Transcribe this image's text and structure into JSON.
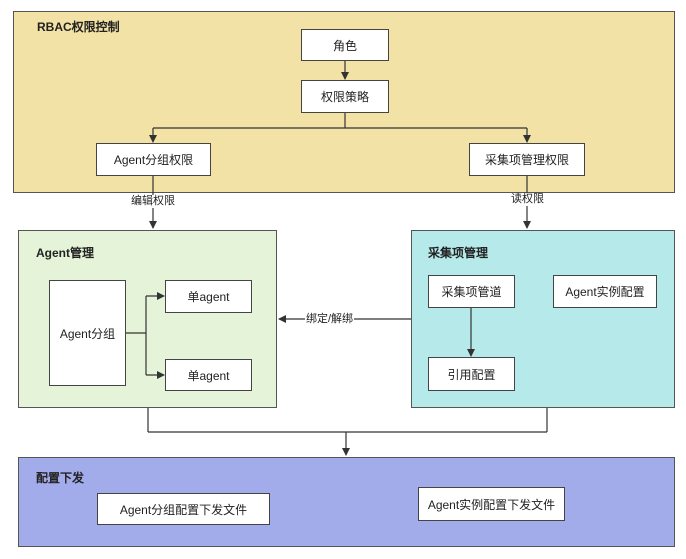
{
  "rbac": {
    "title": "RBAC权限控制",
    "role": "角色",
    "policy": "权限策略",
    "agent_group_permission": "Agent分组权限",
    "collector_permission": "采集项管理权限"
  },
  "edge_labels": {
    "edit_permission": "编辑权限",
    "read_permission": "读权限",
    "bind_unbind": "绑定/解绑"
  },
  "agent_mgmt": {
    "title": "Agent管理",
    "agent_group": "Agent分组",
    "single_agent_1": "单agent",
    "single_agent_2": "单agent"
  },
  "collector_mgmt": {
    "title": "采集项管理",
    "collector_pipeline": "采集项管道",
    "agent_instance_config": "Agent实例配置",
    "reference_config": "引用配置"
  },
  "config_dispatch": {
    "title": "配置下发",
    "group_file": "Agent分组配置下发文件",
    "instance_file": "Agent实例配置下发文件"
  },
  "colors": {
    "rbac_bg": "#f3e2a6",
    "agent_mgmt_bg": "#e5f4d9",
    "collector_bg": "#b6e9ea",
    "dispatch_bg": "#a3aceb",
    "line": "#333333"
  }
}
